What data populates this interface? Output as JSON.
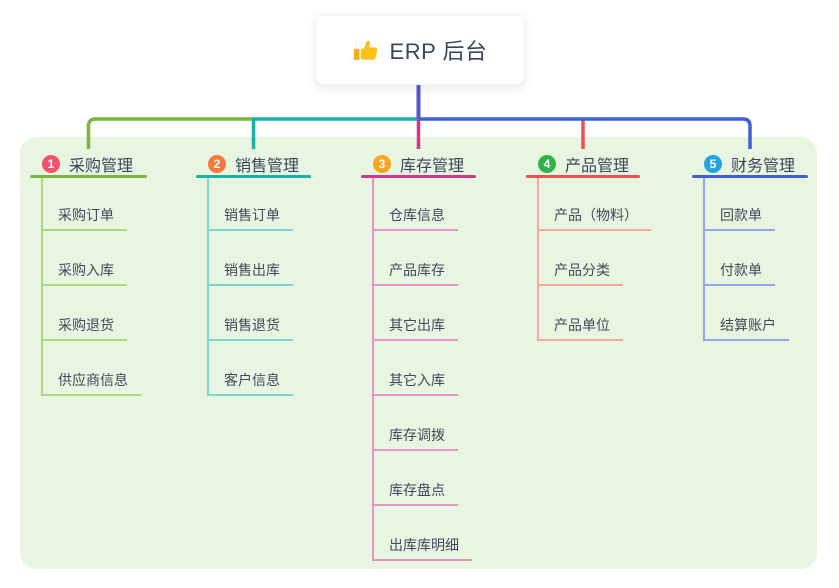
{
  "root": {
    "label": "ERP 后台",
    "icon": "thumbs-up-icon"
  },
  "colors": {
    "canvas_bg": "#ffffff",
    "panel_bg": "#e8f6e1",
    "text": "#3d4757",
    "root_line": "#5057d1",
    "thumb_hand": "#fcc21b",
    "thumb_sleeve": "#f3ae1d"
  },
  "branches": [
    {
      "number": "1",
      "label": "采购管理",
      "badge_color": "#f0536b",
      "line_color": "#7cb63f",
      "child_line_color": "#add780",
      "children": [
        "采购订单",
        "采购入库",
        "采购退货",
        "供应商信息"
      ]
    },
    {
      "number": "2",
      "label": "销售管理",
      "badge_color": "#f5793b",
      "line_color": "#16b3a6",
      "child_line_color": "#7fd6cc",
      "children": [
        "销售订单",
        "销售出库",
        "销售退货",
        "客户信息"
      ]
    },
    {
      "number": "3",
      "label": "库存管理",
      "badge_color": "#f7a621",
      "line_color": "#d2348e",
      "child_line_color": "#ea94c5",
      "children": [
        "仓库信息",
        "产品库存",
        "其它出库",
        "其它入库",
        "库存调拨",
        "库存盘点",
        "出库库明细"
      ]
    },
    {
      "number": "4",
      "label": "产品管理",
      "badge_color": "#2fb347",
      "line_color": "#f14f4f",
      "child_line_color": "#f8a6a0",
      "children": [
        "产品（物料）",
        "产品分类",
        "产品单位"
      ]
    },
    {
      "number": "5",
      "label": "财务管理",
      "badge_color": "#23a3e2",
      "line_color": "#3d5fd8",
      "child_line_color": "#93a7e6",
      "children": [
        "回款单",
        "付款单",
        "结算账户"
      ]
    }
  ]
}
